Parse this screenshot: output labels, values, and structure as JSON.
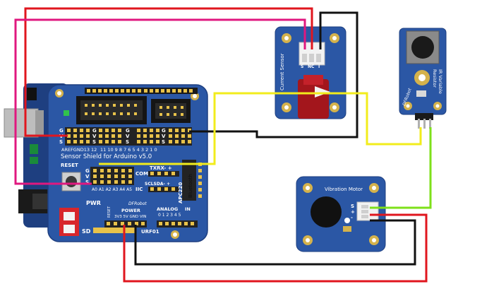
{
  "shield": {
    "title": "Sensor Shield for Arduino v5.0",
    "reset_label": "RESET",
    "pwr_label": "PWR",
    "sd_label": "SD",
    "power_label": "POWER",
    "power_pins": "3V3 5V GND VIN",
    "analog_label": "ANALOG",
    "analog_pins": "0 1 2 3 4 5",
    "in_label": "IN",
    "urf_label": "URF01",
    "com_label": "COM",
    "txrx_label": "TXRX- +",
    "iic_label": "IIC",
    "sclsda_label": "SCLSDA- +",
    "apc_label": "APC220",
    "bluetooth_label": "Bluetooth",
    "aref_label": "AREFGND13 12",
    "digital_pins": "11 10 9 8   7 6 5 4 3 2 1 0",
    "analog_header": "A0 A1 A2 A3 A4 A5",
    "gvs": [
      "G",
      "V",
      "S"
    ],
    "reset_side": "RESET",
    "brand": "DFRobot"
  },
  "current_sensor": {
    "label": "Current Sensor",
    "pins": [
      "S",
      "NC",
      "I"
    ]
  },
  "potentiometer": {
    "label": "IR Variable",
    "label2": "Resistor",
    "brand": "DFRobot"
  },
  "vibration_motor": {
    "label": "Vibration Motor",
    "pins": [
      "S",
      "+",
      "-"
    ]
  },
  "colors": {
    "board": "#2b57a5",
    "board_dark": "#1e3f80",
    "wire_red": "#e0161e",
    "wire_black": "#111111",
    "wire_pink": "#e0187f",
    "wire_yellow": "#f2ec1c",
    "wire_green": "#7ee01a"
  }
}
